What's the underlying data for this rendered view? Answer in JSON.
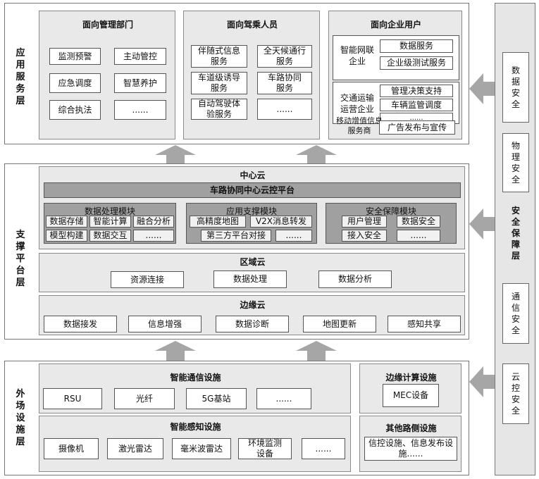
{
  "layers": {
    "app": "应用服务层",
    "support": "支撑平台层",
    "field": "外场设施层"
  },
  "app": {
    "mgmt": {
      "title": "面向管理部门",
      "items": [
        "监测预警",
        "主动管控",
        "应急调度",
        "智慧养护",
        "综合执法",
        "......"
      ]
    },
    "driver": {
      "title": "面向驾乘人员",
      "items": [
        "伴随式信息服务",
        "全天候通行服务",
        "车道级诱导服务",
        "车路协同服务",
        "自动驾驶体验服务",
        "......"
      ]
    },
    "enterprise": {
      "title": "面向企业用户",
      "groups": [
        {
          "label": "智能网联企业",
          "items": [
            "数据服务",
            "企业级测试服务"
          ]
        },
        {
          "label": "交通运输运营企业",
          "items": [
            "管理决策支持",
            "车辆监管调度",
            "......"
          ]
        },
        {
          "label": "移动增值信息服务商",
          "items": [
            "广告发布与宣传"
          ]
        }
      ]
    }
  },
  "support": {
    "center": {
      "title": "中心云",
      "platform": "车路协同中心云控平台",
      "modules": [
        {
          "title": "数据处理模块",
          "items": [
            "数据存储",
            "智能计算",
            "融合分析",
            "模型构建",
            "数据交互",
            "......"
          ]
        },
        {
          "title": "应用支撑模块",
          "items": [
            "高精度地图",
            "V2X消息转发",
            "第三方平台对接",
            "......"
          ]
        },
        {
          "title": "安全保障模块",
          "items": [
            "用户管理",
            "数据安全",
            "接入安全",
            "......"
          ]
        }
      ]
    },
    "region": {
      "title": "区域云",
      "items": [
        "资源连接",
        "数据处理",
        "数据分析"
      ]
    },
    "edge": {
      "title": "边缘云",
      "items": [
        "数据接发",
        "信息增强",
        "数据诊断",
        "地图更新",
        "感知共享"
      ]
    }
  },
  "field": {
    "comm": {
      "title": "智能通信设施",
      "items": [
        "RSU",
        "光纤",
        "5G基站",
        "......"
      ]
    },
    "sense": {
      "title": "智能感知设施",
      "items": [
        "摄像机",
        "激光雷达",
        "毫米波雷达",
        "环境监测设备",
        "......"
      ]
    },
    "edgecomp": {
      "title": "边缘计算设施",
      "items": [
        "MEC设备"
      ]
    },
    "other": {
      "title": "其他路侧设施",
      "items": [
        "信控设施、信息发布设施......"
      ]
    }
  },
  "security": {
    "title": "安全保障层",
    "items": [
      "数据安全",
      "物理安全",
      "通信安全",
      "云控安全"
    ]
  }
}
